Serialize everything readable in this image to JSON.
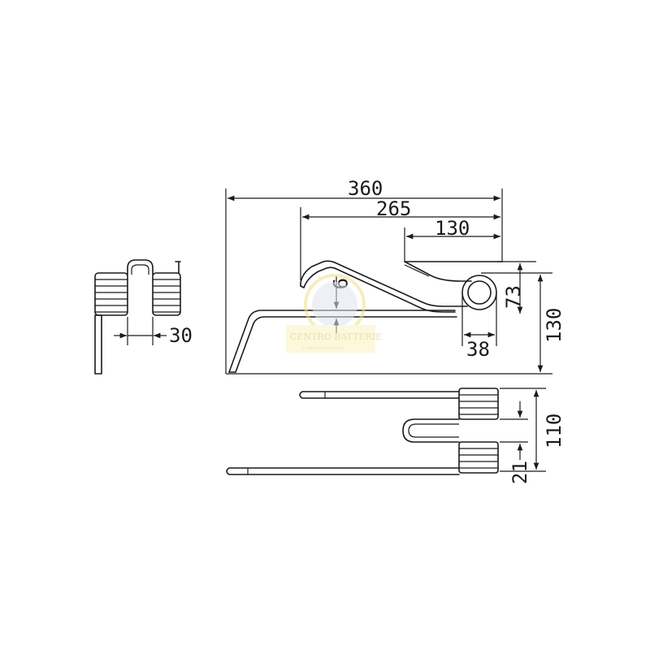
{
  "dimensions": {
    "overall_length": "360",
    "arm_length": "265",
    "coil_offset": "130",
    "total_height": "130",
    "coil_center_height": "73",
    "arm_drop": "9",
    "coil_diameter": "38",
    "coil_gap_side": "30",
    "coil_width": "110",
    "coil_gap_bottom": "21"
  },
  "watermark": {
    "text": "CENTRO BATTERIE",
    "subtext": "LAMBORGHINI"
  },
  "colors": {
    "line": "#1a1a1a",
    "watermark": "#efe08a",
    "background": "#ffffff"
  }
}
